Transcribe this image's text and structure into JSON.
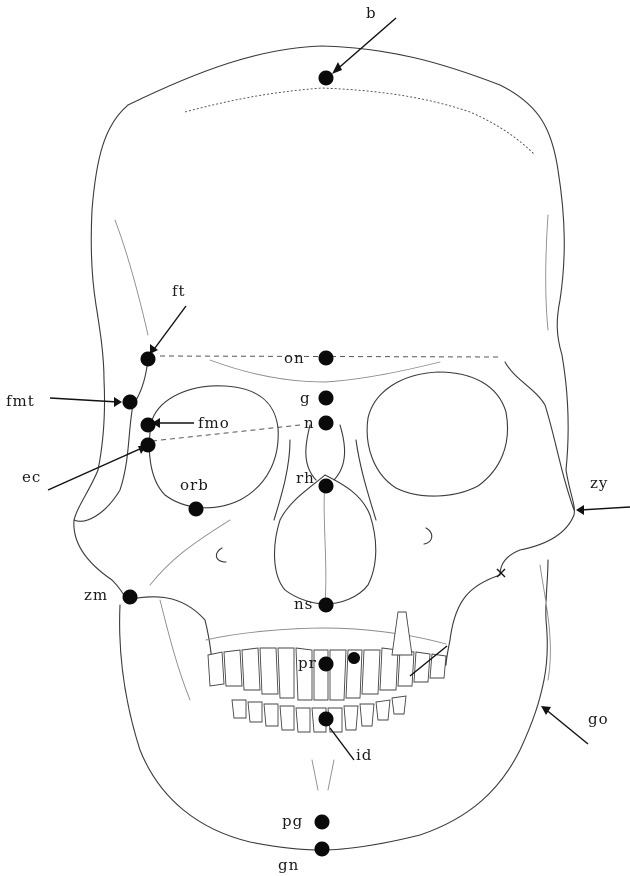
{
  "figure": {
    "landmarks": [
      {
        "id": "b",
        "label": "b"
      },
      {
        "id": "ft",
        "label": "ft"
      },
      {
        "id": "on",
        "label": "on"
      },
      {
        "id": "fmt",
        "label": "fmt"
      },
      {
        "id": "g",
        "label": "g"
      },
      {
        "id": "fmo",
        "label": "fmo"
      },
      {
        "id": "n",
        "label": "n"
      },
      {
        "id": "ec",
        "label": "ec"
      },
      {
        "id": "zy",
        "label": "zy"
      },
      {
        "id": "orb",
        "label": "orb"
      },
      {
        "id": "rh",
        "label": "rh"
      },
      {
        "id": "zm",
        "label": "zm"
      },
      {
        "id": "ns",
        "label": "ns"
      },
      {
        "id": "pr",
        "label": "pr"
      },
      {
        "id": "go",
        "label": "go"
      },
      {
        "id": "id",
        "label": "id"
      },
      {
        "id": "pg",
        "label": "pg"
      },
      {
        "id": "gn",
        "label": "gn"
      }
    ]
  }
}
